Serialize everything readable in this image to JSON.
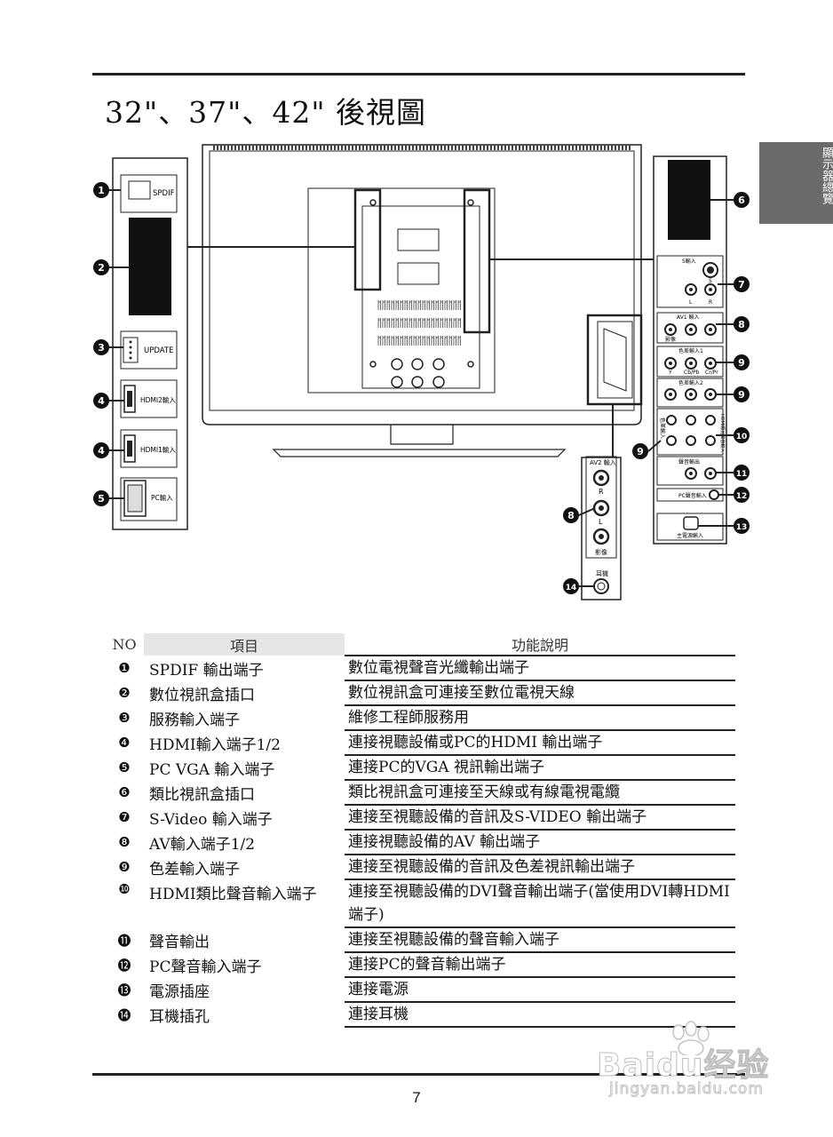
{
  "page": {
    "title": "32\"、37\"、42\" 後視圖",
    "side_tab": "顯示器總覽",
    "page_number": "7"
  },
  "diagram": {
    "left_panel": {
      "spdif": "SPDIF",
      "update": "UPDATE",
      "hdmi2": "HDMI2輸入",
      "hdmi1": "HDMI1輸入",
      "pc": "PC輸入"
    },
    "right_panel": {
      "s_input": "S輸入",
      "s": "S",
      "l": "L",
      "r": "R",
      "av1_input": "AV1 輸入",
      "video": "影像",
      "component1": "色差輸入1",
      "component2": "色差輸入2",
      "y": "Y",
      "cbpb": "Cb/Pb",
      "crpr": "Cr/Pr",
      "component_audio": "色差輸入",
      "hdmi_audio": "HDMI類比聲音輸入",
      "audio_out": "聲音輸出",
      "pc_audio": "PC聲音輸入",
      "power": "主電源輸入"
    },
    "bottom_panel": {
      "av2_input": "AV2 輸入",
      "r": "R",
      "l": "L",
      "video": "影像",
      "earphone": "耳機"
    },
    "callouts": [
      "1",
      "2",
      "3",
      "4",
      "4",
      "5",
      "6",
      "7",
      "8",
      "9",
      "9",
      "10",
      "9",
      "11",
      "12",
      "13",
      "8",
      "14"
    ]
  },
  "table": {
    "headers": {
      "no": "NO",
      "item": "項目",
      "function": "功能說明"
    },
    "rows": [
      {
        "no": "❶",
        "item": "SPDIF 輸出端子",
        "function": "數位電視聲音光纖輸出端子"
      },
      {
        "no": "❷",
        "item": "數位視訊盒插口",
        "function": "數位視訊盒可連接至數位電視天線"
      },
      {
        "no": "❸",
        "item": "服務輸入端子",
        "function": "維修工程師服務用"
      },
      {
        "no": "❹",
        "item": "HDMI輸入端子1/2",
        "function": "連接視聽設備或PC的HDMI 輸出端子"
      },
      {
        "no": "❺",
        "item": "PC VGA 輸入端子",
        "function": "連接PC的VGA 視訊輸出端子"
      },
      {
        "no": "❻",
        "item": "類比視訊盒插口",
        "function": "類比視訊盒可連接至天線或有線電視電纜"
      },
      {
        "no": "❼",
        "item": "S-Video 輸入端子",
        "function": "連接至視聽設備的音訊及S-VIDEO 輸出端子"
      },
      {
        "no": "❽",
        "item": "AV輸入端子1/2",
        "function": "連接視聽設備的AV 輸出端子"
      },
      {
        "no": "❾",
        "item": "色差輸入端子",
        "function": "連接至視聽設備的音訊及色差視訊輸出端子"
      },
      {
        "no": "❿",
        "item": "HDMI類比聲音輸入端子",
        "function": "連接至視聽設備的DVI聲音輸出端子(當使用DVI轉HDMI端子)"
      },
      {
        "no": "⓫",
        "item": "聲音輸出",
        "function": "連接至視聽設備的聲音輸入端子"
      },
      {
        "no": "⓬",
        "item": "PC聲音輸入端子",
        "function": "連接PC的聲音輸出端子"
      },
      {
        "no": "⓭",
        "item": "電源插座",
        "function": "連接電源"
      },
      {
        "no": "⓮",
        "item": "耳機插孔",
        "function": "連接耳機"
      }
    ]
  },
  "watermark": {
    "main": "Baidu经验",
    "sub": "jingyan.baidu.com"
  }
}
